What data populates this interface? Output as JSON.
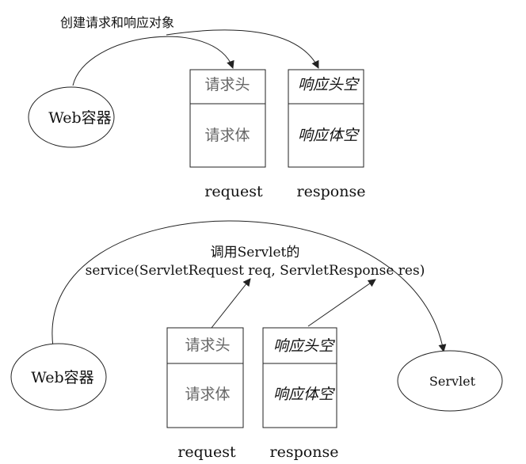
{
  "top": {
    "caption": "创建请求和响应对象",
    "container": "Web容器",
    "request_box": {
      "header": "请求头",
      "body": "请求体",
      "label": "request"
    },
    "response_box": {
      "header": "响应头空",
      "body": "响应体空",
      "label": "response"
    }
  },
  "bottom": {
    "caption_line1": "调用Servlet的",
    "caption_line2": "service(ServletRequest req, ServletResponse res)",
    "container": "Web容器",
    "servlet": "Servlet",
    "request_box": {
      "header": "请求头",
      "body": "请求体",
      "label": "request"
    },
    "response_box": {
      "header": "响应头空",
      "body": "响应体空",
      "label": "response"
    }
  }
}
